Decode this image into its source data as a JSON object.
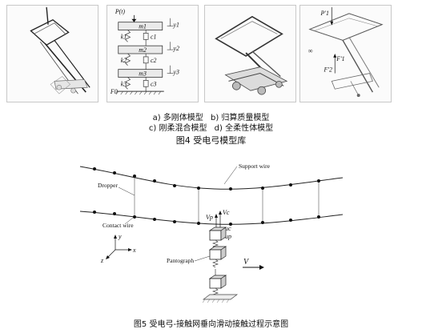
{
  "fig4": {
    "panel_b_labels": {
      "force": "P(t)",
      "masses": [
        "m1",
        "m2",
        "m3"
      ],
      "springs": [
        "k1",
        "k2",
        "k3"
      ],
      "dampers": [
        "c1",
        "c2",
        "c3"
      ],
      "displacements": [
        "y1",
        "y2",
        "y3"
      ],
      "base_force": "F0"
    },
    "panel_d_labels": {
      "top_force": "P'1",
      "mid_force": "F'1",
      "lower_force": "F'2",
      "side_label": "∞"
    },
    "captions": {
      "a": "a) 多刚体模型",
      "b": "b) 归算质量模型",
      "c": "c) 刚柔混合模型",
      "d": "d) 全柔性体模型"
    },
    "title": "图4 受电弓模型库"
  },
  "fig5": {
    "labels": {
      "support_wire": "Support wire",
      "dropper": "Dropper",
      "contact_wire": "Contact wire",
      "pantograph": "Pantograph",
      "velocity": "V",
      "vp": "Vp",
      "vc": "Vc",
      "up": "up",
      "uc": "uc",
      "axis_x": "x",
      "axis_y": "y",
      "axis_z": "z"
    },
    "title": "图5 受电弓-接触网垂向滑动接触过程示意图"
  }
}
